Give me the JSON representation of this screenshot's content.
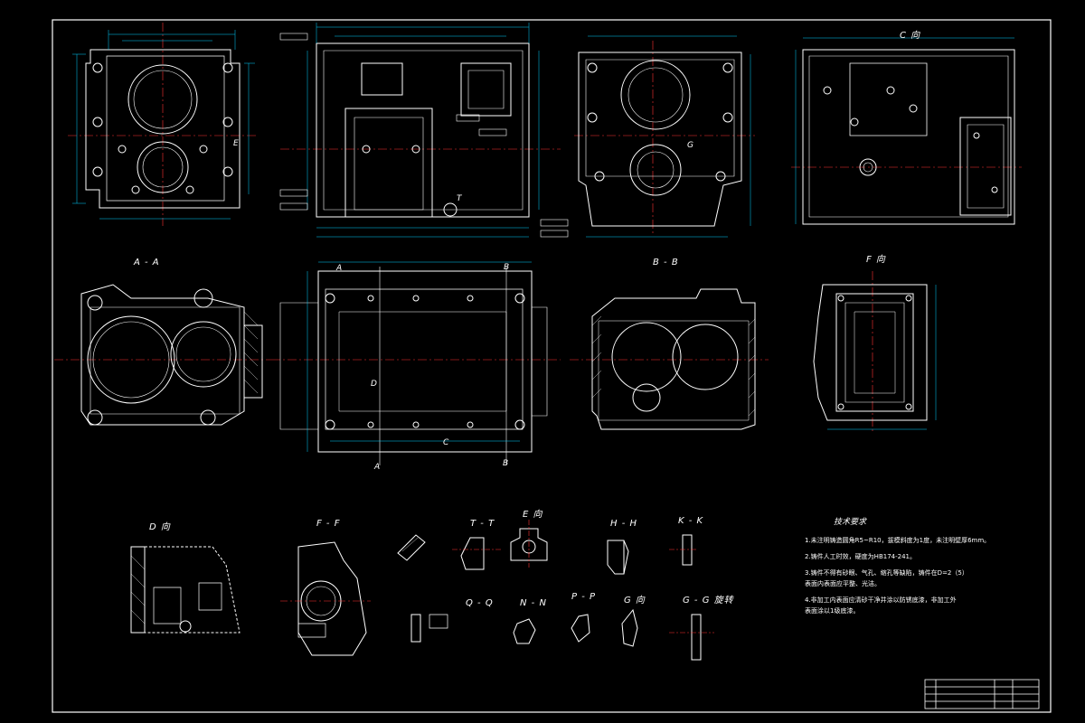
{
  "drawing": {
    "colors": {
      "background": "#000000",
      "line": "#ffffff",
      "center_line": "#ff3333",
      "dimension": "#00d0ff",
      "hatch": "#ffffff"
    },
    "view_labels": {
      "c_view": "C 向",
      "section_aa": "A - A",
      "section_bb": "B - B",
      "f_view": "F 向",
      "d_view": "D 向",
      "section_ff": "F - F",
      "section_tt": "T - T",
      "e_view": "E 向",
      "section_hh": "H - H",
      "section_kk": "K - K",
      "section_qq": "Q - Q",
      "section_nn": "N - N",
      "section_pp": "P - P",
      "g_view": "G 向",
      "section_gg": "G - G 旋转"
    },
    "markers": {
      "a": "A",
      "b": "B",
      "c": "C",
      "d": "D",
      "e": "E",
      "g": "G",
      "t": "T"
    },
    "technical_requirements": {
      "title": "技术要求",
      "items": [
        "1.未注明铸造圆角R5~R10，拔模斜度为1度，未注明壁厚6mm。",
        "2.铸件人工时效，硬度为HB174-241。",
        "3.铸件不得有砂眼、气孔、缩孔等缺陷，铸件在D=2（5）",
        "   表面内表面应平整、光洁。",
        "4.非加工内表面应清砂干净并涂以防锈底漆，非加工外",
        "   表面涂以1级底漆。"
      ]
    }
  }
}
